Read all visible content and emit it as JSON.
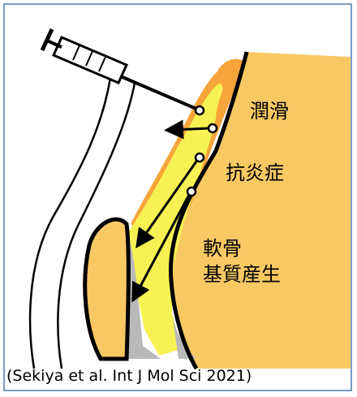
{
  "labels": {
    "lubrication": "潤滑",
    "anti_inflammation": "抗炎症",
    "cartilage_line1": "軟骨",
    "cartilage_line2": "基質産生"
  },
  "citation": "(Sekiya et al. Int J Mol Sci 2021)",
  "colors": {
    "bone": "#f8c963",
    "synovium_orange": "#f7a43a",
    "fluid_yellow": "#f7f253",
    "cartilage_gray": "#b9b9b9",
    "frame_border": "#7a9cc6"
  },
  "icons": [
    "syringe-icon",
    "arrow-icon",
    "cell-marker-icon"
  ]
}
